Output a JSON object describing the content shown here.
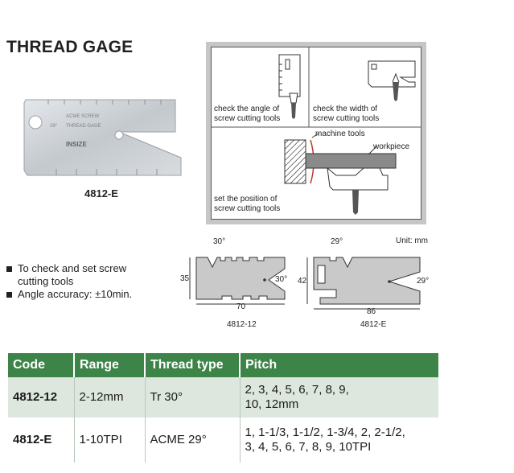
{
  "title": "THREAD GAGE",
  "photo": {
    "caption": "4812-E",
    "brand": "INSIZE",
    "engraving_1": "ACME SCREW",
    "engraving_2": "THREAD GAGE",
    "engraving_3": "29°"
  },
  "usage": {
    "angle": "check the angle of\nscrew cutting tools",
    "angle_l1": "check the angle of",
    "angle_l2": "screw cutting tools",
    "width_l1": "check the width of",
    "width_l2": "screw cutting tools",
    "position_l1": "set the position of",
    "position_l2": "screw cutting tools",
    "machine_tools": "machine tools",
    "workpiece": "workpiece"
  },
  "bullets": [
    "To check and set screw cutting tools",
    "Angle accuracy: ±10min."
  ],
  "dimensions": {
    "unit": "Unit: mm",
    "left": {
      "angle_top": "30°",
      "angle_side": "30°",
      "height": "35",
      "width": "70",
      "model": "4812-12"
    },
    "right": {
      "angle_top": "29°",
      "angle_side": "29°",
      "height": "42",
      "width": "86",
      "model": "4812-E"
    }
  },
  "table": {
    "headers": [
      "Code",
      "Range",
      "Thread type",
      "Pitch"
    ],
    "rows": [
      {
        "code": "4812-12",
        "range": "2-12mm",
        "thread": "Tr 30°",
        "pitch_1": "2, 3, 4, 5, 6, 7, 8, 9,",
        "pitch_2": "10, 12mm"
      },
      {
        "code": "4812-E",
        "range": "1-10TPI",
        "thread": "ACME 29°",
        "pitch_1": "1, 1-1/3, 1-1/2, 1-3/4, 2, 2-1/2,",
        "pitch_2": "3, 4, 5, 6, 7, 8, 9, 10TPI"
      }
    ]
  },
  "colors": {
    "header_green": "#3c8447",
    "row_tint": "#dde7de",
    "panel_gray": "#c6c6c6"
  }
}
